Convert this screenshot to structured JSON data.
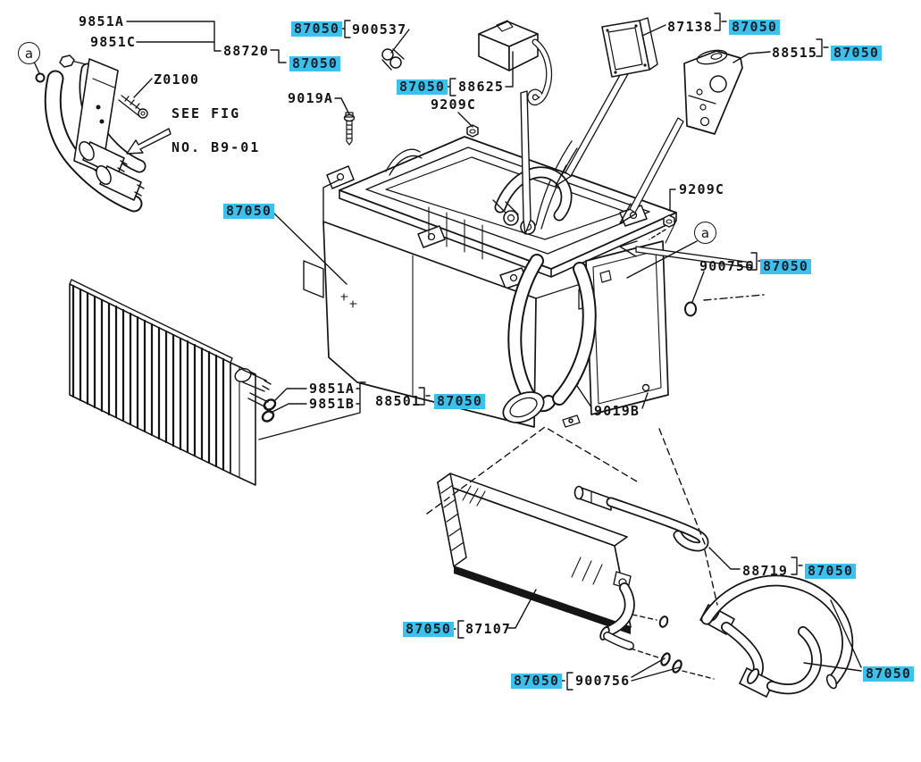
{
  "diagram": {
    "background_color": "#ffffff",
    "line_color": "#151515",
    "highlight_color": "#3cc0ec",
    "highlighted_part_number": "87050",
    "see_fig_note": {
      "line1": "SEE FIG",
      "line2": "NO. B9-01"
    },
    "view_markers": [
      {
        "label": "a"
      },
      {
        "label": "a"
      }
    ],
    "labels": [
      {
        "text": "9851A",
        "highlighted": false
      },
      {
        "text": "9851C",
        "highlighted": false
      },
      {
        "text": "88720",
        "highlighted": false
      },
      {
        "text": "87050",
        "highlighted": true
      },
      {
        "text": "900537",
        "highlighted": false
      },
      {
        "text": "87050",
        "highlighted": true
      },
      {
        "text": "Z0100",
        "highlighted": false
      },
      {
        "text": "9019A",
        "highlighted": false
      },
      {
        "text": "87050",
        "highlighted": true
      },
      {
        "text": "88625",
        "highlighted": false
      },
      {
        "text": "9209C",
        "highlighted": false
      },
      {
        "text": "87138",
        "highlighted": false
      },
      {
        "text": "87050",
        "highlighted": true
      },
      {
        "text": "88515",
        "highlighted": false
      },
      {
        "text": "87050",
        "highlighted": true
      },
      {
        "text": "87050",
        "highlighted": true
      },
      {
        "text": "9209C",
        "highlighted": false
      },
      {
        "text": "900756",
        "highlighted": false
      },
      {
        "text": "87050",
        "highlighted": true
      },
      {
        "text": "9019B",
        "highlighted": false
      },
      {
        "text": "9851A",
        "highlighted": false
      },
      {
        "text": "9851B",
        "highlighted": false
      },
      {
        "text": "88501",
        "highlighted": false
      },
      {
        "text": "87050",
        "highlighted": true
      },
      {
        "text": "88719",
        "highlighted": false
      },
      {
        "text": "87050",
        "highlighted": true
      },
      {
        "text": "87050",
        "highlighted": true
      },
      {
        "text": "87107",
        "highlighted": false
      },
      {
        "text": "87050",
        "highlighted": true
      },
      {
        "text": "900756",
        "highlighted": false
      },
      {
        "text": "87050",
        "highlighted": true
      }
    ]
  }
}
